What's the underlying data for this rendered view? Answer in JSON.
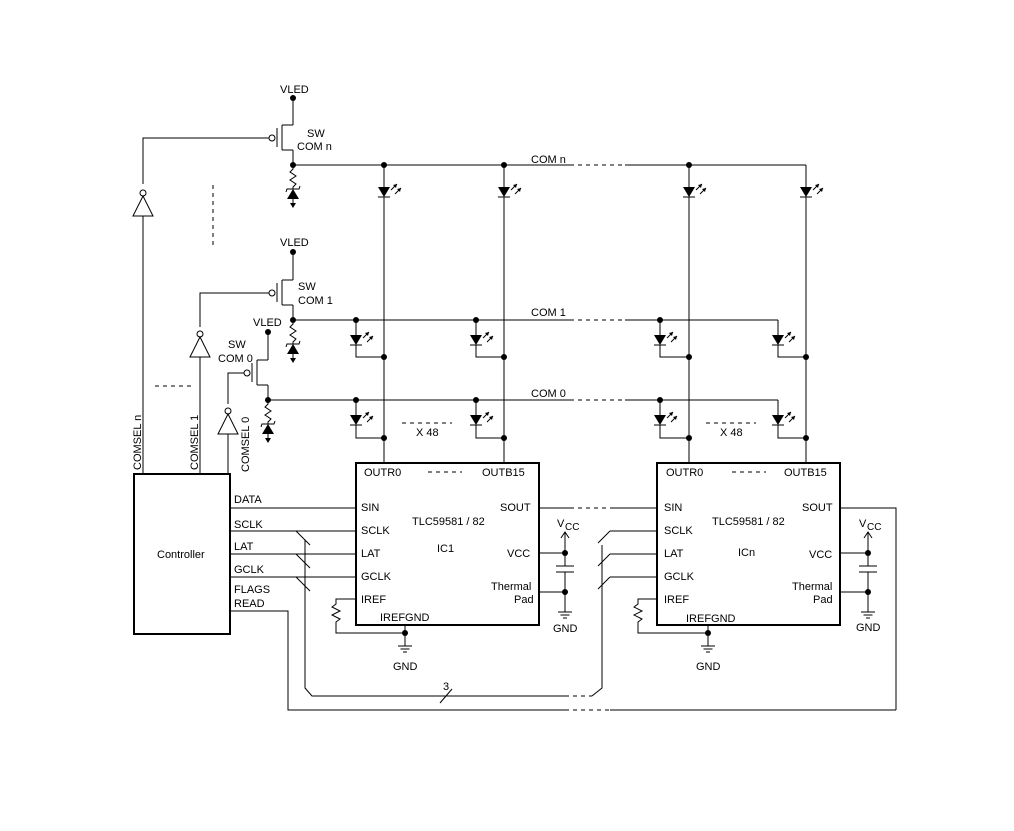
{
  "labels": {
    "vled": "VLED",
    "sw": "SW",
    "com_n_sw": "COM n",
    "com_1_sw": "COM 1",
    "com_0_sw": "COM 0",
    "com_n": "COM n",
    "com_1": "COM 1",
    "com_0": "COM 0",
    "comsel_n": "COMSEL n",
    "comsel_1": "COMSEL 1",
    "comsel_0": "COMSEL 0",
    "x48": "X 48",
    "controller": "Controller",
    "data": "DATA",
    "sclk": "SCLK",
    "lat": "LAT",
    "gclk": "GCLK",
    "flags": "FLAGS",
    "read": "READ",
    "bus_width": "3",
    "gnd": "GND",
    "vcc_v": "V",
    "vcc_sub": "CC"
  },
  "ics": [
    {
      "name": "IC1",
      "part": "TLC59581 / 82",
      "pins": {
        "outr0": "OUTR0",
        "outb15": "OUTB15",
        "sin": "SIN",
        "sclk": "SCLK",
        "lat": "LAT",
        "gclk": "GCLK",
        "iref": "IREF",
        "irefgnd": "IREFGND",
        "sout": "SOUT",
        "vcc": "VCC",
        "thermal": "Thermal",
        "pad": "Pad"
      }
    },
    {
      "name": "ICn",
      "part": "TLC59581 / 82",
      "pins": {
        "outr0": "OUTR0",
        "outb15": "OUTB15",
        "sin": "SIN",
        "sclk": "SCLK",
        "lat": "LAT",
        "gclk": "GCLK",
        "iref": "IREF",
        "irefgnd": "IREFGND",
        "sout": "SOUT",
        "vcc": "VCC",
        "thermal": "Thermal",
        "pad": "Pad"
      }
    }
  ]
}
